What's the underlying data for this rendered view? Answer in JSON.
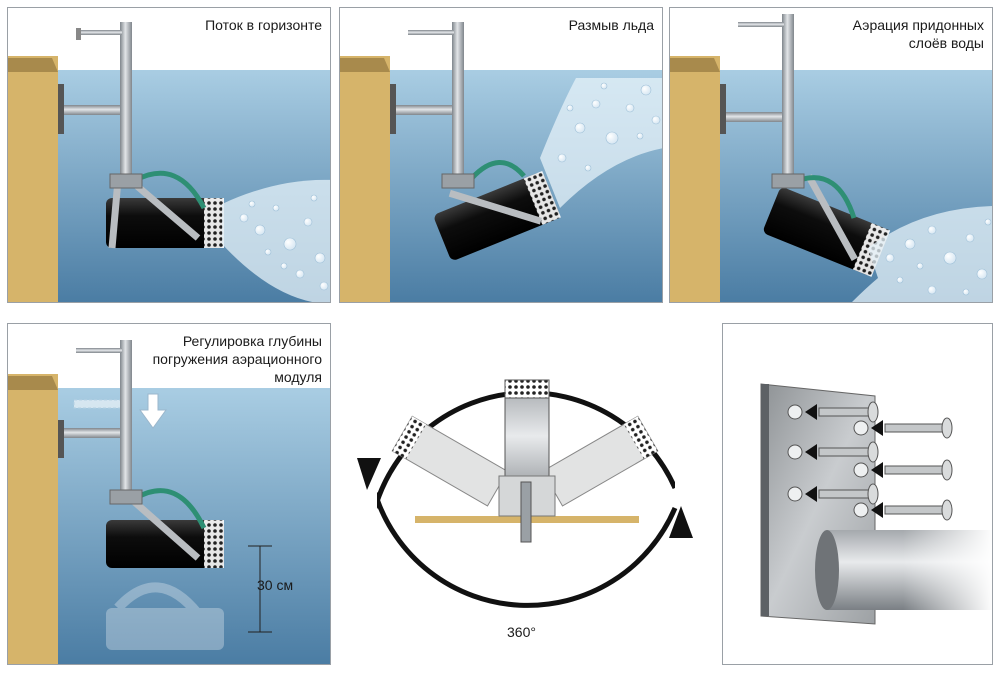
{
  "panels": {
    "p1": {
      "caption": "Поток в горизонте"
    },
    "p2": {
      "caption": "Размыв льда"
    },
    "p3": {
      "caption_line1": "Аэрация придонных",
      "caption_line2": "слоёв воды"
    },
    "p4": {
      "caption_line1": "Регулировка глубины",
      "caption_line2": "погружения аэрационного",
      "caption_line3": "модуля",
      "depth_label": "30 см"
    },
    "p5": {
      "rotation_label": "360°"
    }
  },
  "colors": {
    "water_top": "#9fc6df",
    "water_bottom": "#4d7fa6",
    "wall": "#d6b46a",
    "pipe": "#9ea3a8",
    "hose": "#2e8f74",
    "aerator": "#111111",
    "plate": "#b9bcbf"
  }
}
